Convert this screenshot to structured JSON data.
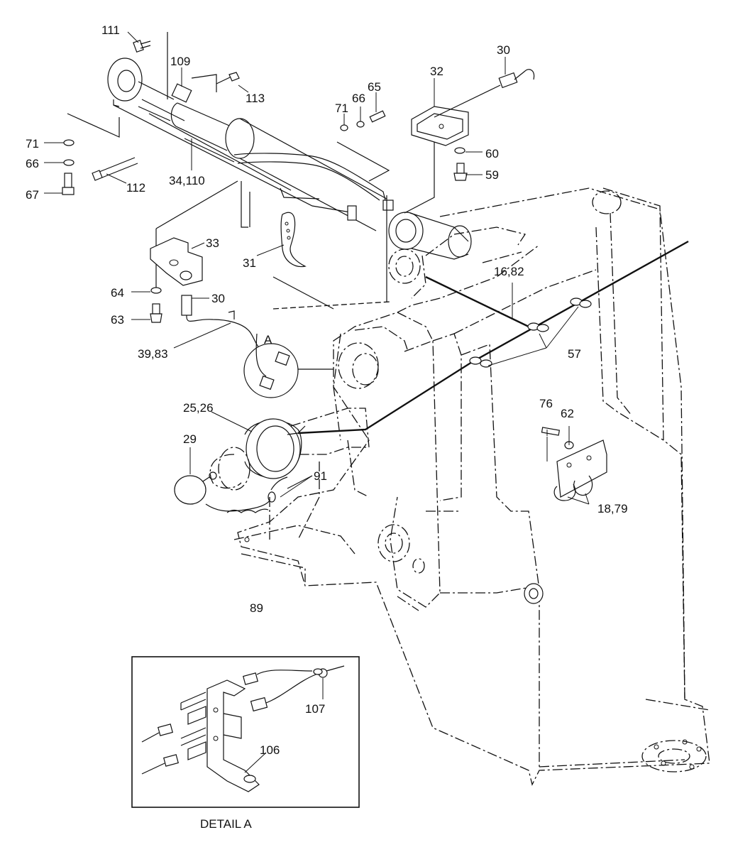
{
  "labels": {
    "l111": "111",
    "l109": "109",
    "l113": "113",
    "l71a": "71",
    "l66a": "66",
    "l67": "67",
    "l112": "112",
    "l34_110": "34,110",
    "l71b": "71",
    "l66b": "66",
    "l65": "65",
    "l32": "32",
    "l30a": "30",
    "l60": "60",
    "l59": "59",
    "l33": "33",
    "l31": "31",
    "l64": "64",
    "l30b": "30",
    "l63": "63",
    "l39_83": "39,83",
    "lA": "A",
    "l16_82": "16,82",
    "l57": "57",
    "l25_26": "25,26",
    "l29": "29",
    "l91": "91",
    "l76": "76",
    "l62": "62",
    "l18_79": "18,79",
    "l89": "89",
    "l107": "107",
    "l106": "106"
  },
  "detail_caption": "DETAIL A"
}
